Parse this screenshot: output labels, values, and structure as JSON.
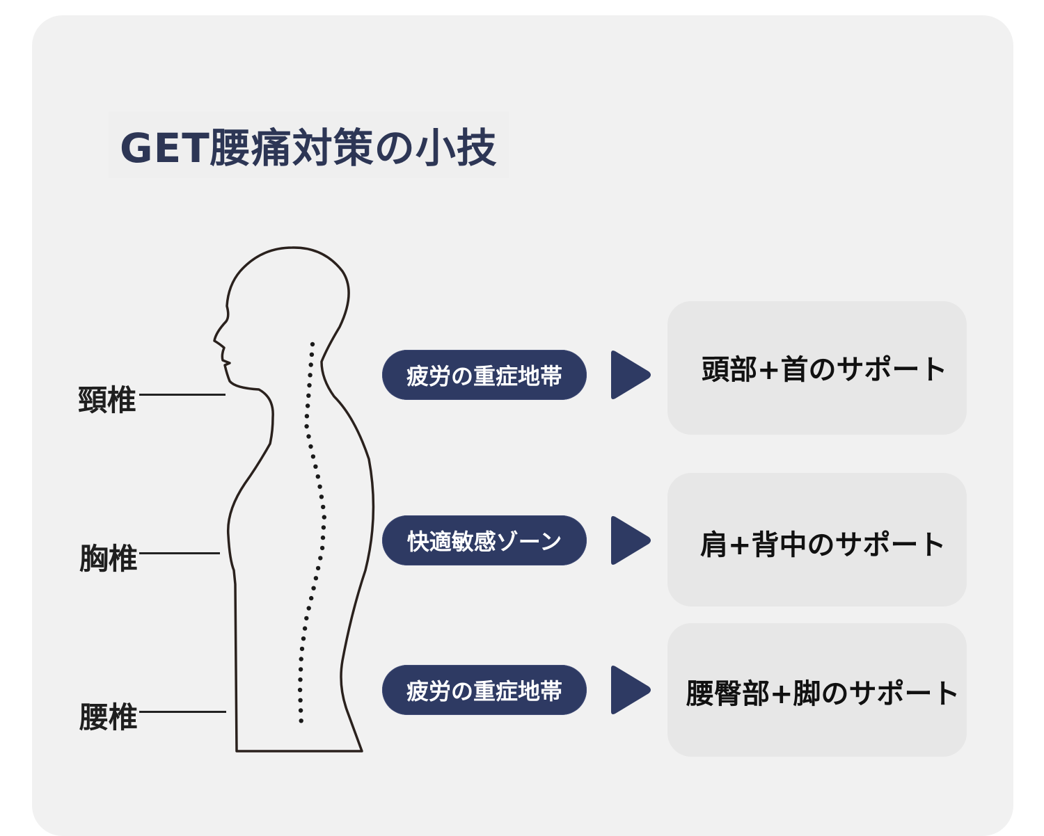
{
  "title": "GET腰痛対策の小技",
  "colors": {
    "navy": "#2e3a63",
    "title_navy": "#2d3655",
    "card_bg": "#f1f1f1",
    "box_bg": "#e7e7e7",
    "outline": "#2a211d"
  },
  "spine_labels": [
    {
      "label": "頸椎"
    },
    {
      "label": "胸椎"
    },
    {
      "label": "腰椎"
    }
  ],
  "zones": [
    {
      "pill": "疲労の重症地帯",
      "arrow_icon": "play-arrow-icon",
      "support": "頭部+首のサポート"
    },
    {
      "pill": "快適敏感ゾーン",
      "arrow_icon": "play-arrow-icon",
      "support": "肩+背中のサポート"
    },
    {
      "pill": "疲労の重症地帯",
      "arrow_icon": "play-arrow-icon",
      "support": "腰臀部+脚のサポート"
    }
  ]
}
